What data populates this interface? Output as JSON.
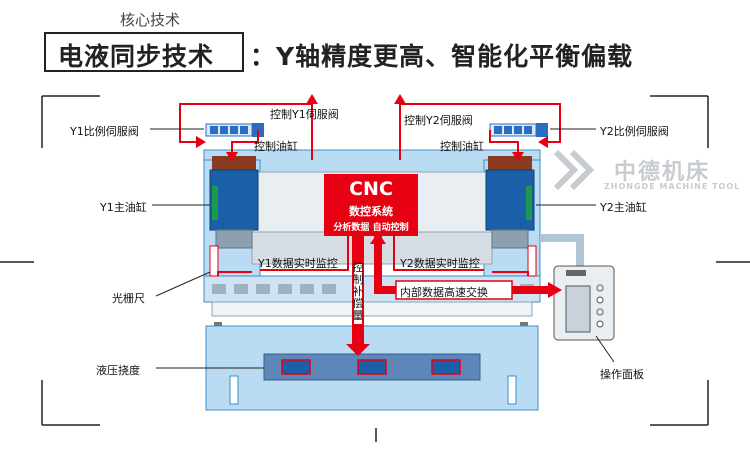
{
  "header": {
    "tag": "核心技术",
    "title_main": "电液同步技术",
    "title_sub": "：Y轴精度更高、智能化平衡偏载"
  },
  "brand": {
    "name_cn": "中德机床",
    "name_en": "ZHONGDE MACHINE TOOL"
  },
  "cnc": {
    "title": "CNC",
    "subtitle": "数控系统",
    "line_left": "分析数据",
    "line_right": "自动控制"
  },
  "labels": {
    "y1_valve": "Y1比例伺服阀",
    "y2_valve": "Y2比例伺服阀",
    "ctrl_y1_valve": "控制Y1伺服阀",
    "ctrl_y2_valve": "控制Y2伺服阀",
    "ctrl_cyl_left": "控制油缸",
    "ctrl_cyl_right": "控制油缸",
    "y1_cyl": "Y1主油缸",
    "y2_cyl": "Y2主油缸",
    "y1_monitor": "Y1数据实时监控",
    "y2_monitor": "Y2数据实时监控",
    "grating": "光栅尺",
    "compensation": "控制补偿量",
    "data_exchange": "内部数据高速交换",
    "deflection": "液压挠度",
    "panel": "操作面板"
  },
  "colors": {
    "red": "#e60012",
    "machine_blue": "#b9dcf3",
    "machine_edge": "#3d8ccb",
    "cylinder": "#1b5fa8",
    "valve": "#2a6cc0",
    "brown": "#8b3a22"
  }
}
